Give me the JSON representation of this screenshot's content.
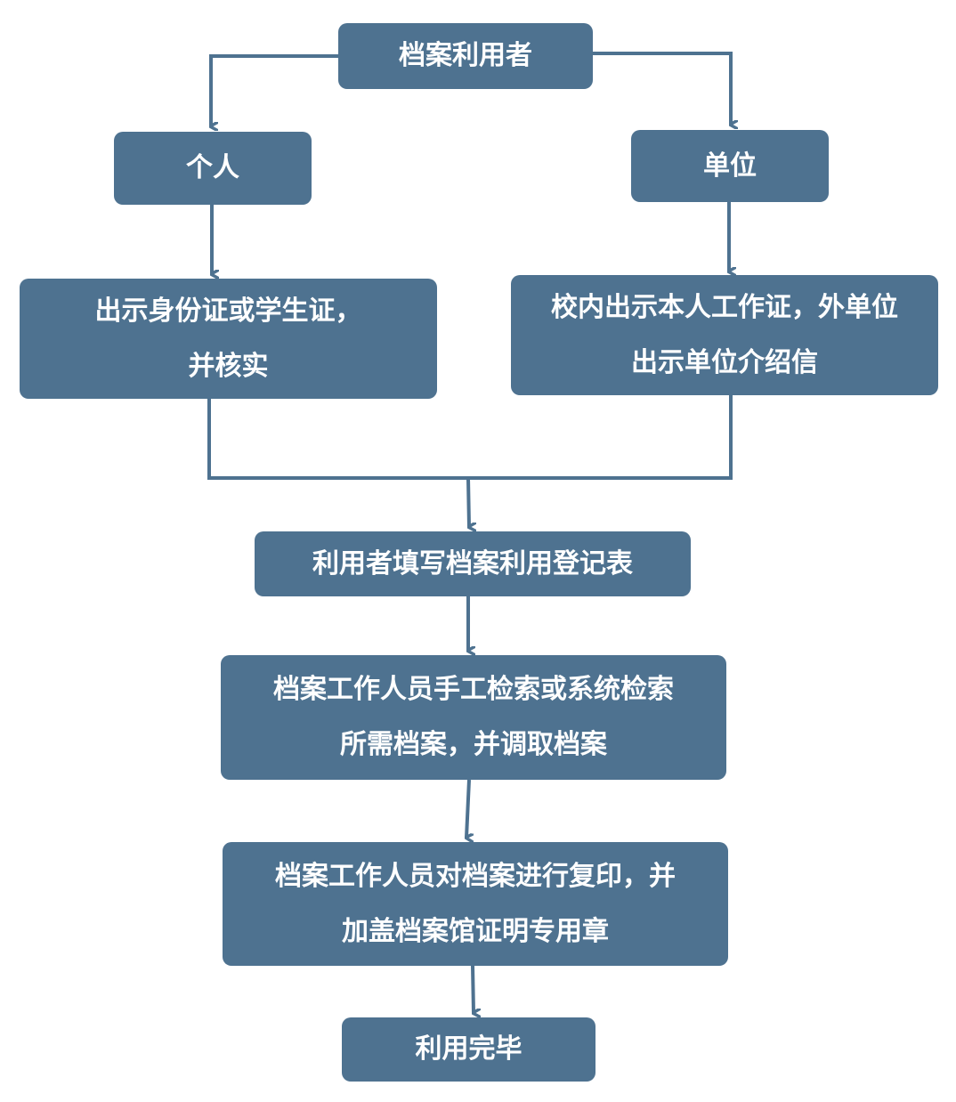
{
  "flowchart": {
    "start": "档案利用者",
    "personal": "个人",
    "unit": "单位",
    "personal_step": {
      "line1": "出示身份证或学生证，",
      "line2": "并核实"
    },
    "unit_step": {
      "line1": "校内出示本人工作证，外单位",
      "line2": "出示单位介绍信"
    },
    "fill_form": "利用者填写档案利用登记表",
    "retrieve": {
      "line1": "档案工作人员手工检索或系统检索",
      "line2": "所需档案，并调取档案"
    },
    "copy": {
      "line1": "档案工作人员对档案进行复印，并",
      "line2": "加盖档案馆证明专用章"
    },
    "end": "利用完毕"
  },
  "colors": {
    "box_fill": "#4e7290",
    "connector": "#4e7290",
    "text": "#ffffff"
  }
}
